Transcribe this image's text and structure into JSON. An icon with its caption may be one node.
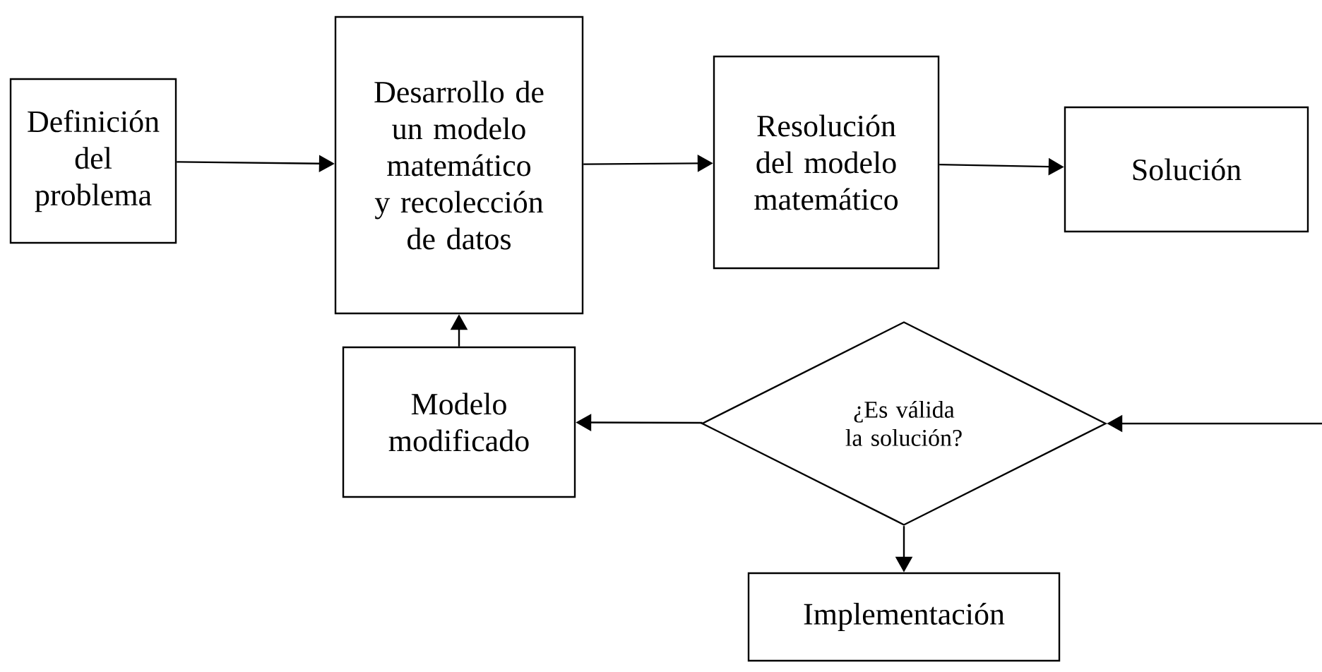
{
  "diagram": {
    "nodes": [
      {
        "text": [
          "Definición del problema"
        ]
      },
      {
        "text": [
          "Desarrollo de un modelo matemático y recolección de datos"
        ]
      },
      {
        "text": [
          "Resolución del modelo matemático"
        ]
      },
      {
        "text": [
          "Solución"
        ]
      },
      {
        "text": [
          "Modelo modificado"
        ]
      },
      {
        "text": [
          "¿Es válida la solución?"
        ]
      },
      {
        "text": [
          "Implementación"
        ]
      }
    ],
    "edges": [
      {
        "from": 0,
        "to": 1,
        "arrow": "to"
      },
      {
        "from": 1,
        "to": 2,
        "arrow": "to"
      },
      {
        "from": 2,
        "to": 3,
        "arrow": "to"
      },
      {
        "from": null,
        "to": 5,
        "arrow": "to"
      },
      {
        "from": 5,
        "to": 4,
        "arrow": "to"
      },
      {
        "from": 4,
        "to": 1,
        "arrow": "to"
      },
      {
        "from": 5,
        "to": 6,
        "arrow": "to"
      }
    ]
  }
}
